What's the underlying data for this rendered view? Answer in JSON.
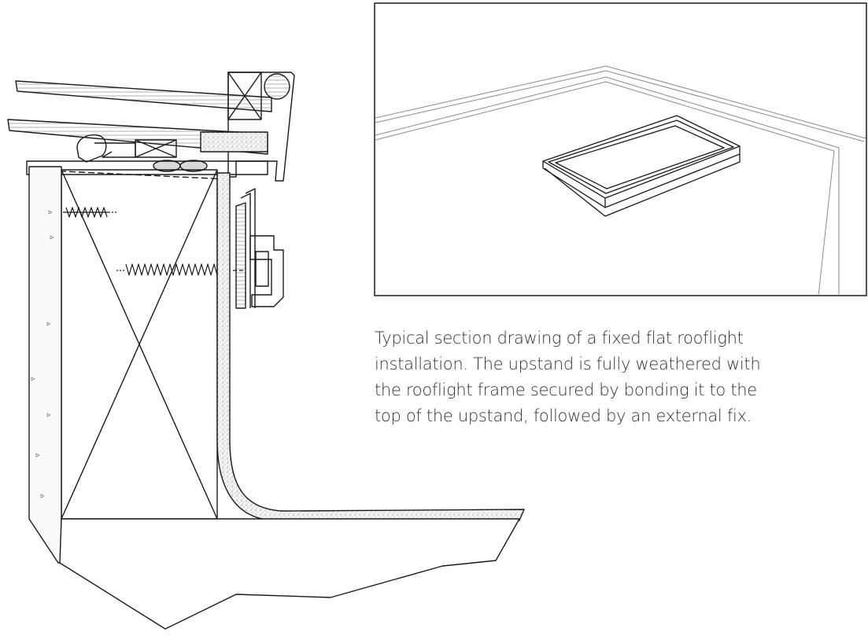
{
  "caption": "Typical section drawing of a fixed flat rooflight\ninstallation. The upstand is fully weathered with\nthe rooflight frame secured by bonding it to the\ntop of the upstand, followed by an external fix.",
  "colors": {
    "line": "#1a1a1a",
    "membrane_fill": "#ececec",
    "perspective_line": "#8a8a8a",
    "caption_text": "#333333"
  },
  "icons": [
    "rooflight-perspective-view",
    "section-drawing"
  ]
}
